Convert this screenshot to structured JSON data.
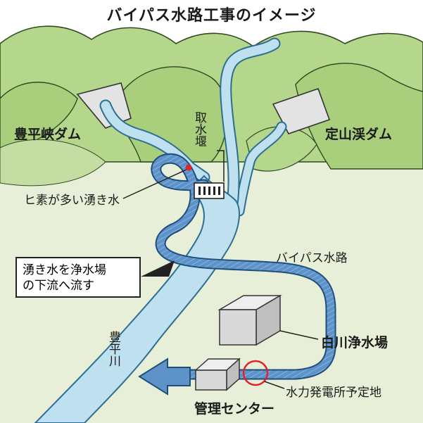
{
  "title": "バイパス水路工事のイメージ",
  "labels": {
    "dam_left": "豊平峡ダム",
    "dam_right": "定山渓ダム",
    "intake": "取水堰",
    "spring": "ヒ素が多い湧き水",
    "callout_line1": "湧き水を浄水場",
    "callout_line2": "の下流へ流す",
    "bypass": "バイパス水路",
    "purification": "白川浄水場",
    "power_plant": "水力発電所予定地",
    "management": "管理センター",
    "river": "豊平川"
  },
  "colors": {
    "forest": "#a9cf7c",
    "forest_dark": "#2f4a22",
    "valley": "#e7eed6",
    "river_fill": "#bfe0ee",
    "river_stroke": "#2c6f92",
    "bypass_fill": "#5d93c8",
    "building": "#d9d9d9",
    "dot": "#e0222b",
    "circle": "#e0222b"
  }
}
